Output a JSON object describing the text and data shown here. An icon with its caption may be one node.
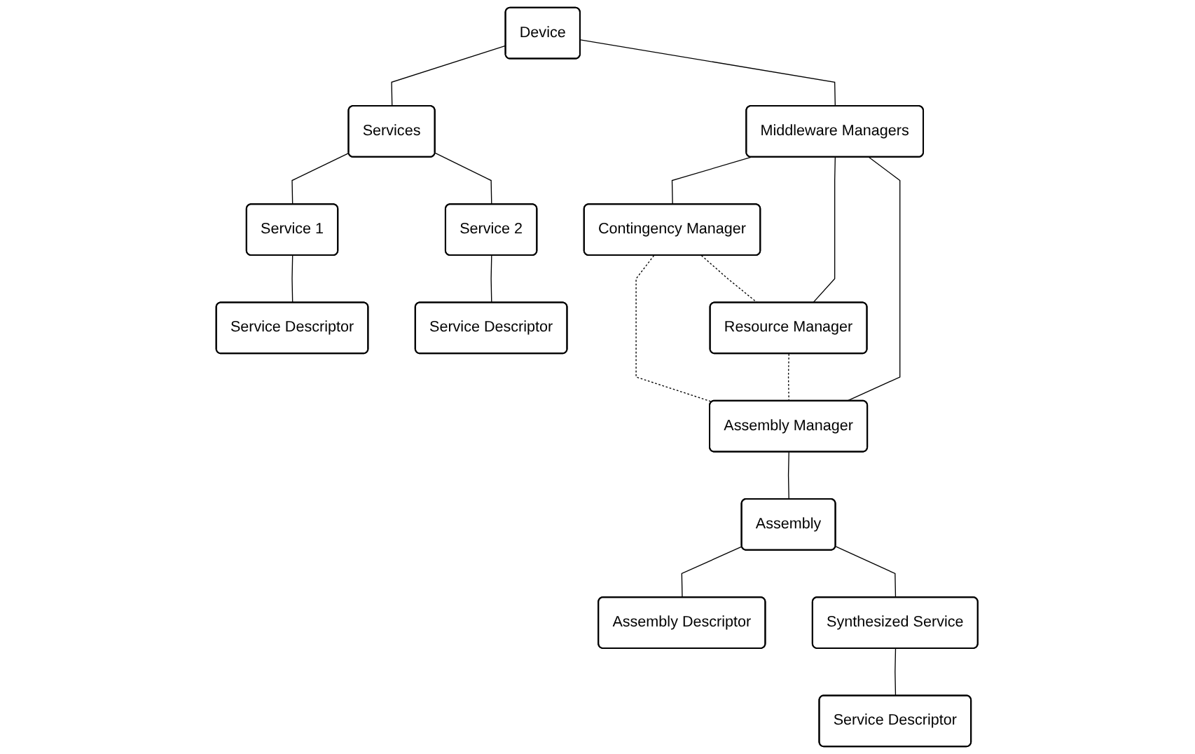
{
  "diagram": {
    "nodes": [
      {
        "text": [
          "Device"
        ]
      },
      {
        "text": [
          "Services"
        ]
      },
      {
        "text": [
          "Middleware Managers"
        ]
      },
      {
        "text": [
          "Service 1"
        ]
      },
      {
        "text": [
          "Service 2"
        ]
      },
      {
        "text": [
          "Contingency Manager"
        ]
      },
      {
        "text": [
          "Resource Manager"
        ]
      },
      {
        "text": [
          "Assembly Manager"
        ]
      },
      {
        "text": [
          "Service Descriptor"
        ]
      },
      {
        "text": [
          "Service Descriptor"
        ]
      },
      {
        "text": [
          "Assembly"
        ]
      },
      {
        "text": [
          "Assembly Descriptor"
        ]
      },
      {
        "text": [
          "Synthesized Service"
        ]
      },
      {
        "text": [
          "Service Descriptor"
        ]
      }
    ],
    "edges": [
      {
        "from": 0,
        "to": 1,
        "arrow": "none"
      },
      {
        "from": 0,
        "to": 2,
        "arrow": "none"
      },
      {
        "from": 1,
        "to": 3,
        "arrow": "none"
      },
      {
        "from": 1,
        "to": 4,
        "arrow": "none"
      },
      {
        "from": 2,
        "to": 5,
        "arrow": "none"
      },
      {
        "from": 2,
        "to": 6,
        "arrow": "none"
      },
      {
        "from": 2,
        "to": 7,
        "arrow": "none"
      },
      {
        "from": 3,
        "to": 8,
        "arrow": "none"
      },
      {
        "from": 4,
        "to": 9,
        "arrow": "none"
      },
      {
        "from": 7,
        "to": 10,
        "arrow": "none"
      },
      {
        "from": 10,
        "to": 11,
        "arrow": "none"
      },
      {
        "from": 10,
        "to": 12,
        "arrow": "none"
      },
      {
        "from": 12,
        "to": 13,
        "arrow": "none"
      },
      {
        "from": 5,
        "to": 7,
        "arrow": "none",
        "style": "dashed"
      },
      {
        "from": 5,
        "to": 6,
        "arrow": "none",
        "style": "dashed"
      },
      {
        "from": 6,
        "to": 7,
        "arrow": "none",
        "style": "dashed"
      }
    ]
  }
}
